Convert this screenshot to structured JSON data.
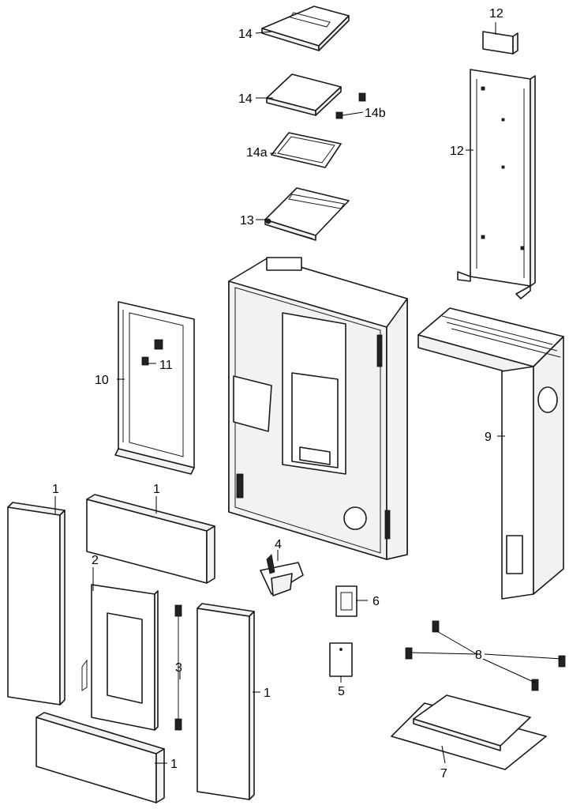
{
  "callouts": {
    "c1a": "1",
    "c1b": "1",
    "c1c": "1",
    "c1d": "1",
    "c2": "2",
    "c3": "3",
    "c4": "4",
    "c5": "5",
    "c6": "6",
    "c7": "7",
    "c8": "8",
    "c9": "9",
    "c10": "10",
    "c11": "11",
    "c12a": "12",
    "c12b": "12",
    "c13": "13",
    "c14a": "14",
    "c14b": "14",
    "c14lid": "14a",
    "c14screw": "14b"
  }
}
